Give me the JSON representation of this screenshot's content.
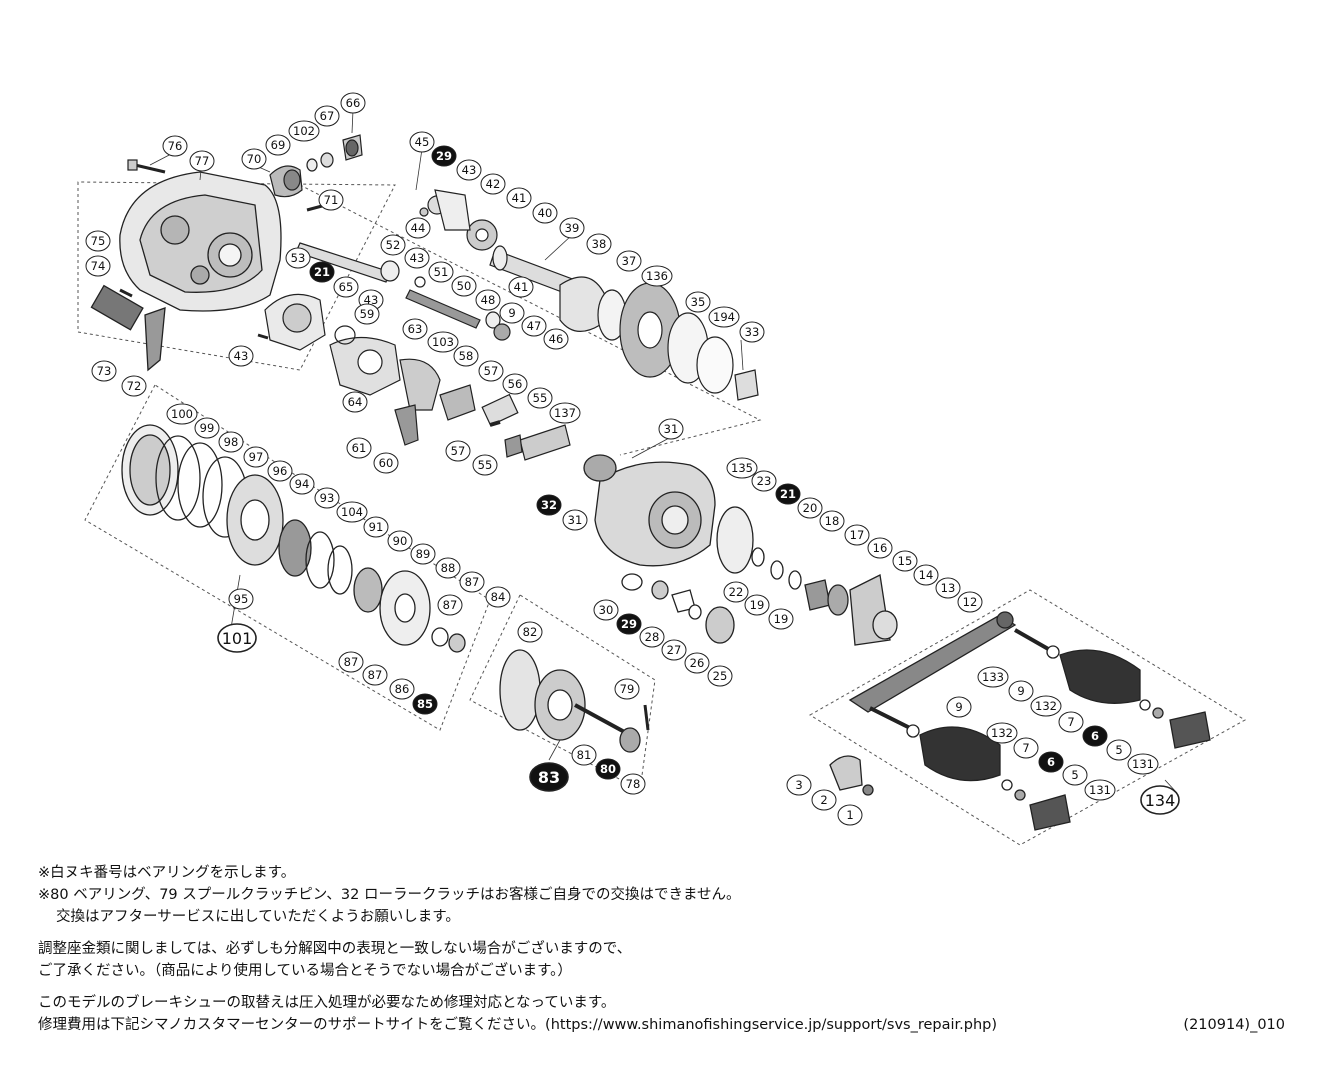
{
  "parts": {
    "p76": "76",
    "p77": "77",
    "p70": "70",
    "p69": "69",
    "p102": "102",
    "p67": "67",
    "p66": "66",
    "p71": "71",
    "p75": "75",
    "p74": "74",
    "p73": "73",
    "p72": "72",
    "p53": "53",
    "p21a": "21",
    "p65": "65",
    "p43a": "43",
    "p43b": "43",
    "p59": "59",
    "p63": "63",
    "p64": "64",
    "p103": "103",
    "p58": "58",
    "p57a": "57",
    "p57b": "57",
    "p56": "56",
    "p55a": "55",
    "p55b": "55",
    "p137": "137",
    "p61": "61",
    "p60": "60",
    "p45": "45",
    "p29a": "29",
    "p43c": "43",
    "p42": "42",
    "p41a": "41",
    "p40": "40",
    "p39": "39",
    "p44": "44",
    "p52": "52",
    "p43d": "43",
    "p51": "51",
    "p50": "50",
    "p41b": "41",
    "p48": "48",
    "p9a": "9",
    "p47": "47",
    "p46": "46",
    "p38": "38",
    "p37": "37",
    "p136": "136",
    "p35": "35",
    "p194": "194",
    "p33": "33",
    "p31a": "31",
    "p31b": "31",
    "p32": "32",
    "p135": "135",
    "p23": "23",
    "p21b": "21",
    "p20": "20",
    "p18": "18",
    "p17": "17",
    "p16": "16",
    "p15": "15",
    "p14": "14",
    "p13": "13",
    "p12": "12",
    "p22": "22",
    "p19a": "19",
    "p19b": "19",
    "p30": "30",
    "p29b": "29",
    "p28": "28",
    "p27": "27",
    "p26": "26",
    "p25": "25",
    "p100": "100",
    "p99": "99",
    "p98": "98",
    "p97": "97",
    "p96": "96",
    "p94": "94",
    "p93": "93",
    "p104": "104",
    "p91": "91",
    "p90": "90",
    "p89": "89",
    "p88": "88",
    "p87a": "87",
    "p87b": "87",
    "p87c": "87",
    "p84": "84",
    "p95": "95",
    "p101": "101",
    "p86": "86",
    "p85": "85",
    "p82": "82",
    "p79": "79",
    "p81": "81",
    "p80": "80",
    "p78": "78",
    "p83": "83",
    "p133": "133",
    "p9b": "9",
    "p132a": "132",
    "p7a": "7",
    "p6a": "6",
    "p5a": "5",
    "p131a": "131",
    "p9c": "9",
    "p132b": "132",
    "p7b": "7",
    "p6b": "6",
    "p5b": "5",
    "p131b": "131",
    "p134": "134",
    "p3": "3",
    "p2": "2",
    "p1": "1"
  },
  "notes": {
    "line1": "※白ヌキ番号はベアリングを示します。",
    "line2": "※80 ベアリング、79 スプールクラッチピン、32 ローラークラッチはお客様ご自身での交換はできません。",
    "line3": "交換はアフターサービスに出していただくようお願いします。",
    "line4": "調整座金類に関しましては、必ずしも分解図中の表現と一致しない場合がございますので、",
    "line5": "ご了承ください。（商品により使用している場合とそうでない場合がございます。）",
    "line6": "このモデルのブレーキシューの取替えは圧入処理が必要なため修理対応となっています。",
    "line7": "修理費用は下記シマノカスタマーセンターのサポートサイトをご覧ください。(https://www.shimanofishingservice.jp/support/svs_repair.php)"
  },
  "doc_code": "(210914)_010"
}
